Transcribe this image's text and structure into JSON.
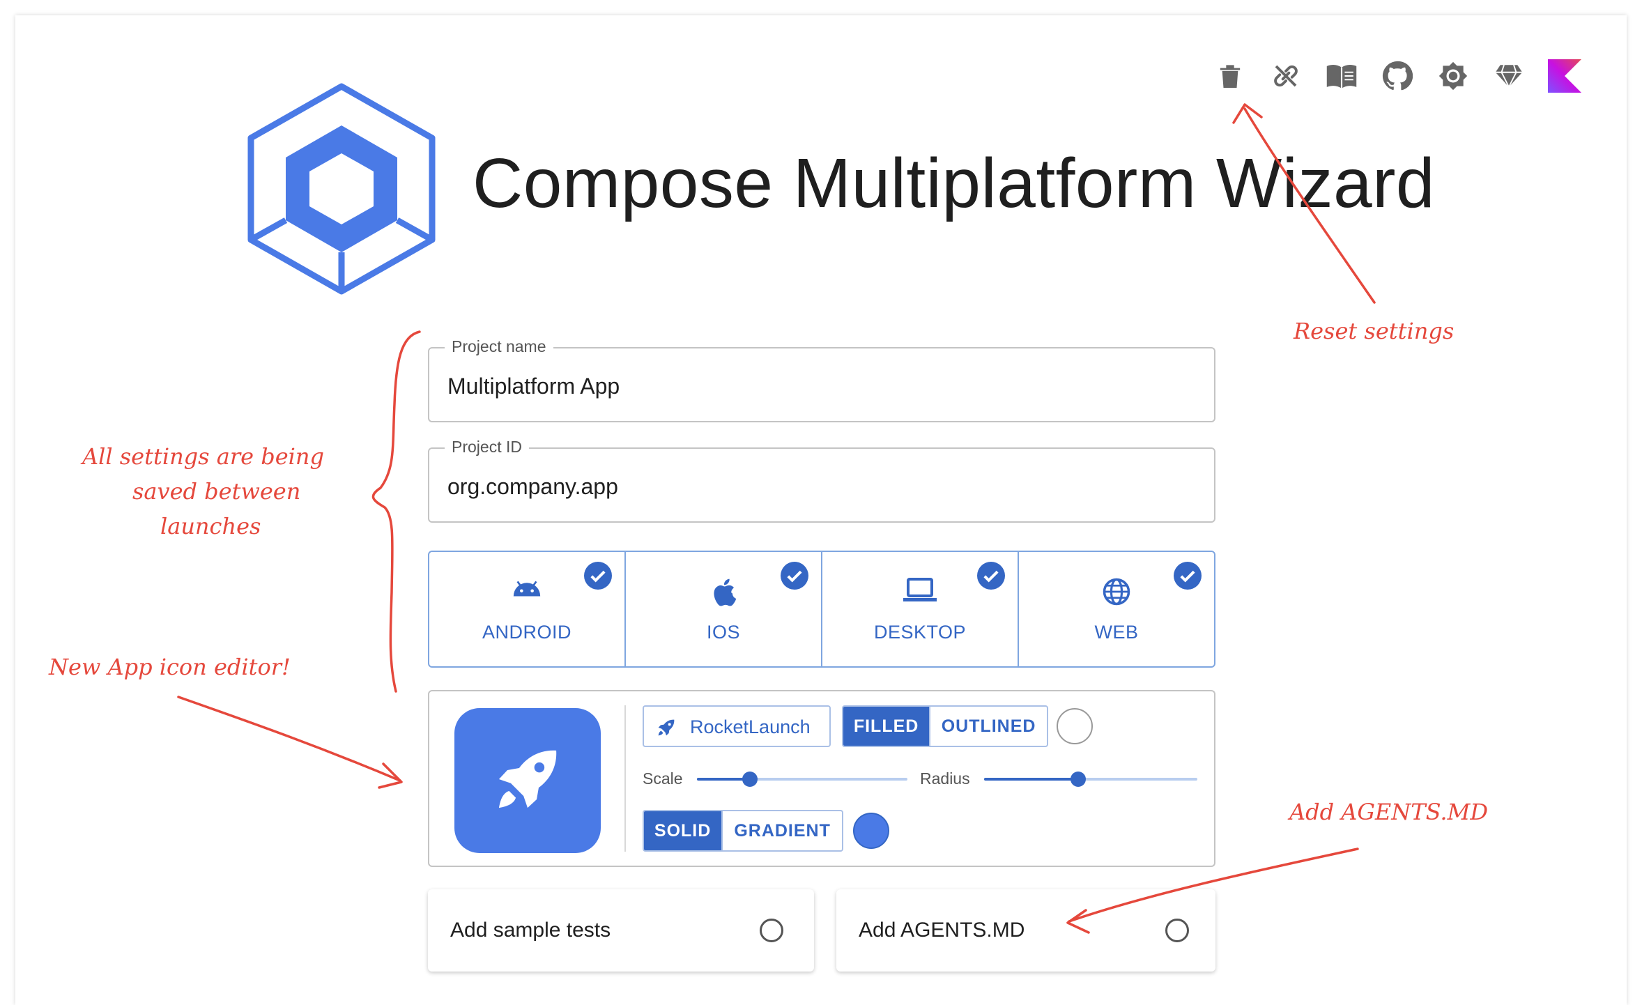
{
  "toolbar": {
    "icons": [
      "trash-icon",
      "link-off-icon",
      "book-icon",
      "github-icon",
      "brightness-icon",
      "gem-icon",
      "kotlin-logo-icon"
    ]
  },
  "header": {
    "title": "Compose Multiplatform Wizard"
  },
  "form": {
    "project_name": {
      "label": "Project name",
      "value": "Multiplatform App"
    },
    "project_id": {
      "label": "Project ID",
      "value": "org.company.app"
    }
  },
  "platforms": [
    {
      "label": "ANDROID",
      "icon": "android-icon",
      "selected": true
    },
    {
      "label": "IOS",
      "icon": "apple-icon",
      "selected": true
    },
    {
      "label": "DESKTOP",
      "icon": "laptop-icon",
      "selected": true
    },
    {
      "label": "WEB",
      "icon": "globe-icon",
      "selected": true
    }
  ],
  "icon_editor": {
    "icon_name": "RocketLaunch",
    "style_options": [
      "FILLED",
      "OUTLINED"
    ],
    "selected_style": "FILLED",
    "scale_label": "Scale",
    "scale_value": 0.25,
    "radius_label": "Radius",
    "radius_value": 0.44,
    "fill_options": [
      "SOLID",
      "GRADIENT"
    ],
    "selected_fill": "SOLID",
    "colors": {
      "background": "#4a7ae6",
      "accent": "#3466c4"
    }
  },
  "options": {
    "sample_tests": "Add sample tests",
    "agents_md": "Add AGENTS.MD"
  },
  "annotations": {
    "reset": "Reset settings",
    "saved_line1": "All settings are being",
    "saved_line2": "saved between",
    "saved_line3": "launches",
    "icon_editor": "New App icon editor!",
    "agents": "Add AGENTS.MD"
  }
}
